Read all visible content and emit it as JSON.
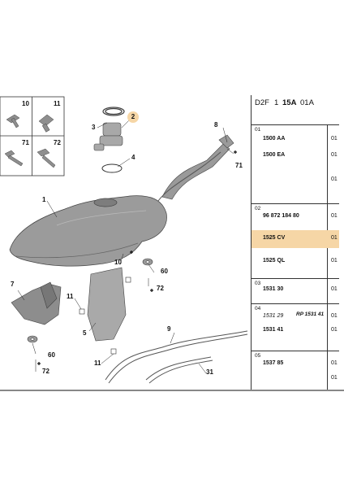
{
  "header": {
    "code_a": "D2F",
    "code_b": "1",
    "code_c": "15A",
    "code_d": "01A"
  },
  "callouts": [
    {
      "label": "10"
    },
    {
      "label": "11"
    },
    {
      "label": "71"
    },
    {
      "label": "72"
    },
    {
      "label": "3"
    },
    {
      "label": "2",
      "highlight": true
    },
    {
      "label": "4"
    },
    {
      "label": "8"
    },
    {
      "label": "71"
    },
    {
      "label": "1"
    },
    {
      "label": "10"
    },
    {
      "label": "60"
    },
    {
      "label": "72"
    },
    {
      "label": "7"
    },
    {
      "label": "11"
    },
    {
      "label": "5"
    },
    {
      "label": "9"
    },
    {
      "label": "11"
    },
    {
      "label": "60"
    },
    {
      "label": "72"
    },
    {
      "label": "31"
    }
  ],
  "parts": [
    {
      "group": "01",
      "rows": [
        {
          "ref": "1500 AA",
          "qty": "01"
        },
        {
          "ref": "1500 EA",
          "qty": "01"
        },
        {
          "ref": "",
          "qty": "01"
        }
      ]
    },
    {
      "group": "02",
      "rows": [
        {
          "ref": "96 872 184 80",
          "qty": "01"
        },
        {
          "ref": "1525 CV",
          "qty": "01",
          "highlight": true
        },
        {
          "ref": "1525 QL",
          "qty": "01"
        }
      ]
    },
    {
      "group": "03",
      "rows": [
        {
          "ref": "1531 30",
          "qty": "01"
        }
      ]
    },
    {
      "group": "04",
      "rows": [
        {
          "ref": "1531 29",
          "qty": "01",
          "italic": true,
          "note": "RP 1531 41"
        },
        {
          "ref": "1531 41",
          "qty": "01"
        }
      ]
    },
    {
      "group": "05",
      "rows": [
        {
          "ref": "1537 85",
          "qty": "01"
        },
        {
          "ref": "",
          "qty": "01"
        }
      ]
    }
  ],
  "colors": {
    "highlight": "#f6d6a6",
    "line": "#333333",
    "part_gray": "#9a9a9a"
  }
}
